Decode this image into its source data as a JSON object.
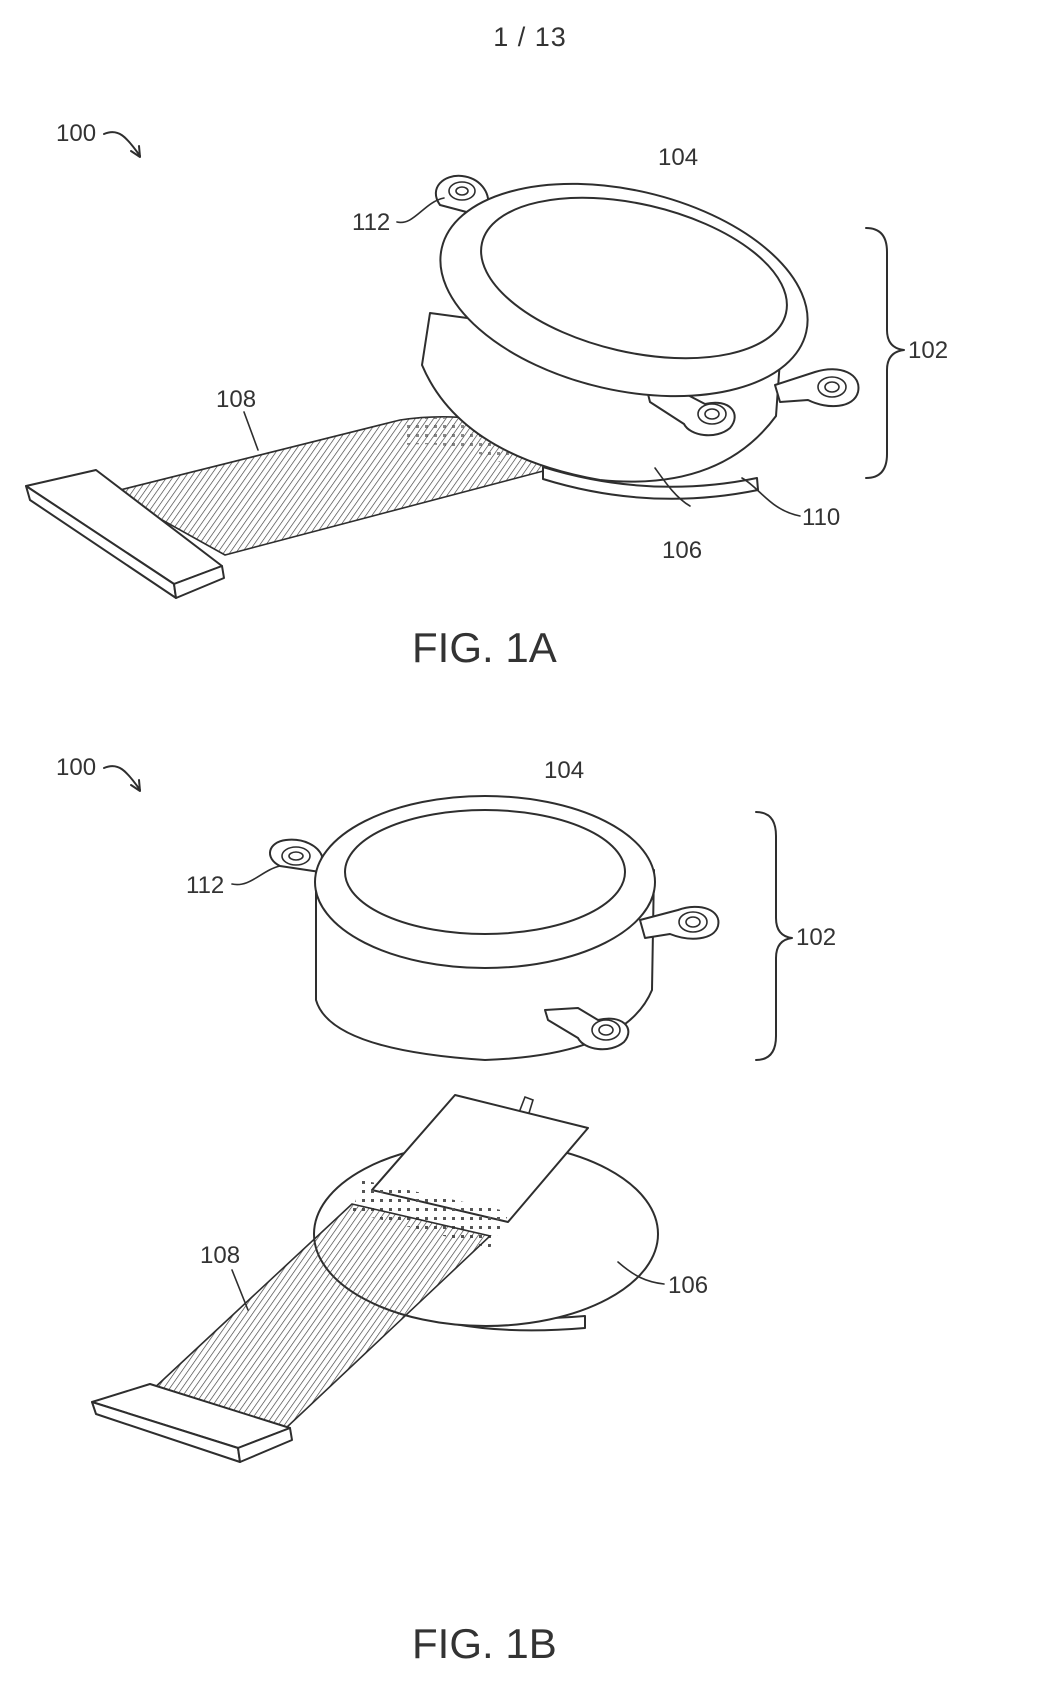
{
  "page": {
    "number": "1 / 13"
  },
  "figures": [
    {
      "id": "fig-1a",
      "caption": "FIG. 1A",
      "labels": {
        "assembly": "100",
        "housing": "102",
        "cap": "104",
        "base": "106",
        "cable": "108",
        "rim": "110",
        "tab": "112"
      }
    },
    {
      "id": "fig-1b",
      "caption": "FIG. 1B",
      "labels": {
        "assembly": "100",
        "housing": "102",
        "cap": "104",
        "base": "106",
        "cable": "108",
        "tab": "112"
      }
    }
  ]
}
